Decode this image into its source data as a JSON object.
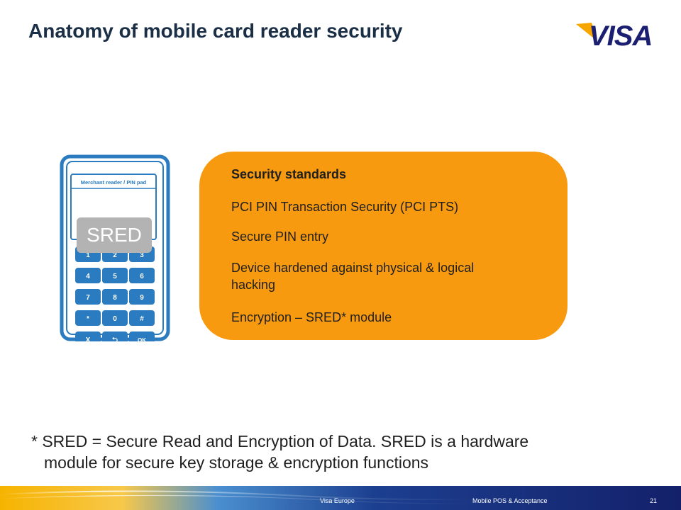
{
  "slide": {
    "title": "Anatomy of mobile card reader security",
    "logo_text": "VISA"
  },
  "device": {
    "screen_label": "Merchant reader / PIN pad",
    "badge": "SRED",
    "keys": [
      "1",
      "2",
      "3",
      "4",
      "5",
      "6",
      "7",
      "8",
      "9",
      "*",
      "0",
      "#",
      "X",
      "⮌",
      "OK"
    ]
  },
  "panel": {
    "heading": "Security standards",
    "items": [
      "PCI PIN Transaction Security (PCI PTS)",
      "Secure PIN entry",
      "Device hardened against physical & logical hacking",
      "Encryption – SRED* module"
    ]
  },
  "footnote": {
    "line1": "* SRED = Secure Read and Encryption of Data. SRED is a hardware",
    "line2": "module for secure key storage & encryption functions"
  },
  "footer": {
    "left": "Visa Europe",
    "center": "Mobile POS & Acceptance",
    "page": "21"
  },
  "colors": {
    "title": "#1a2f45",
    "accent_orange": "#f89a0f",
    "visa_blue": "#1a1f71",
    "device_blue": "#2a7bbf"
  }
}
